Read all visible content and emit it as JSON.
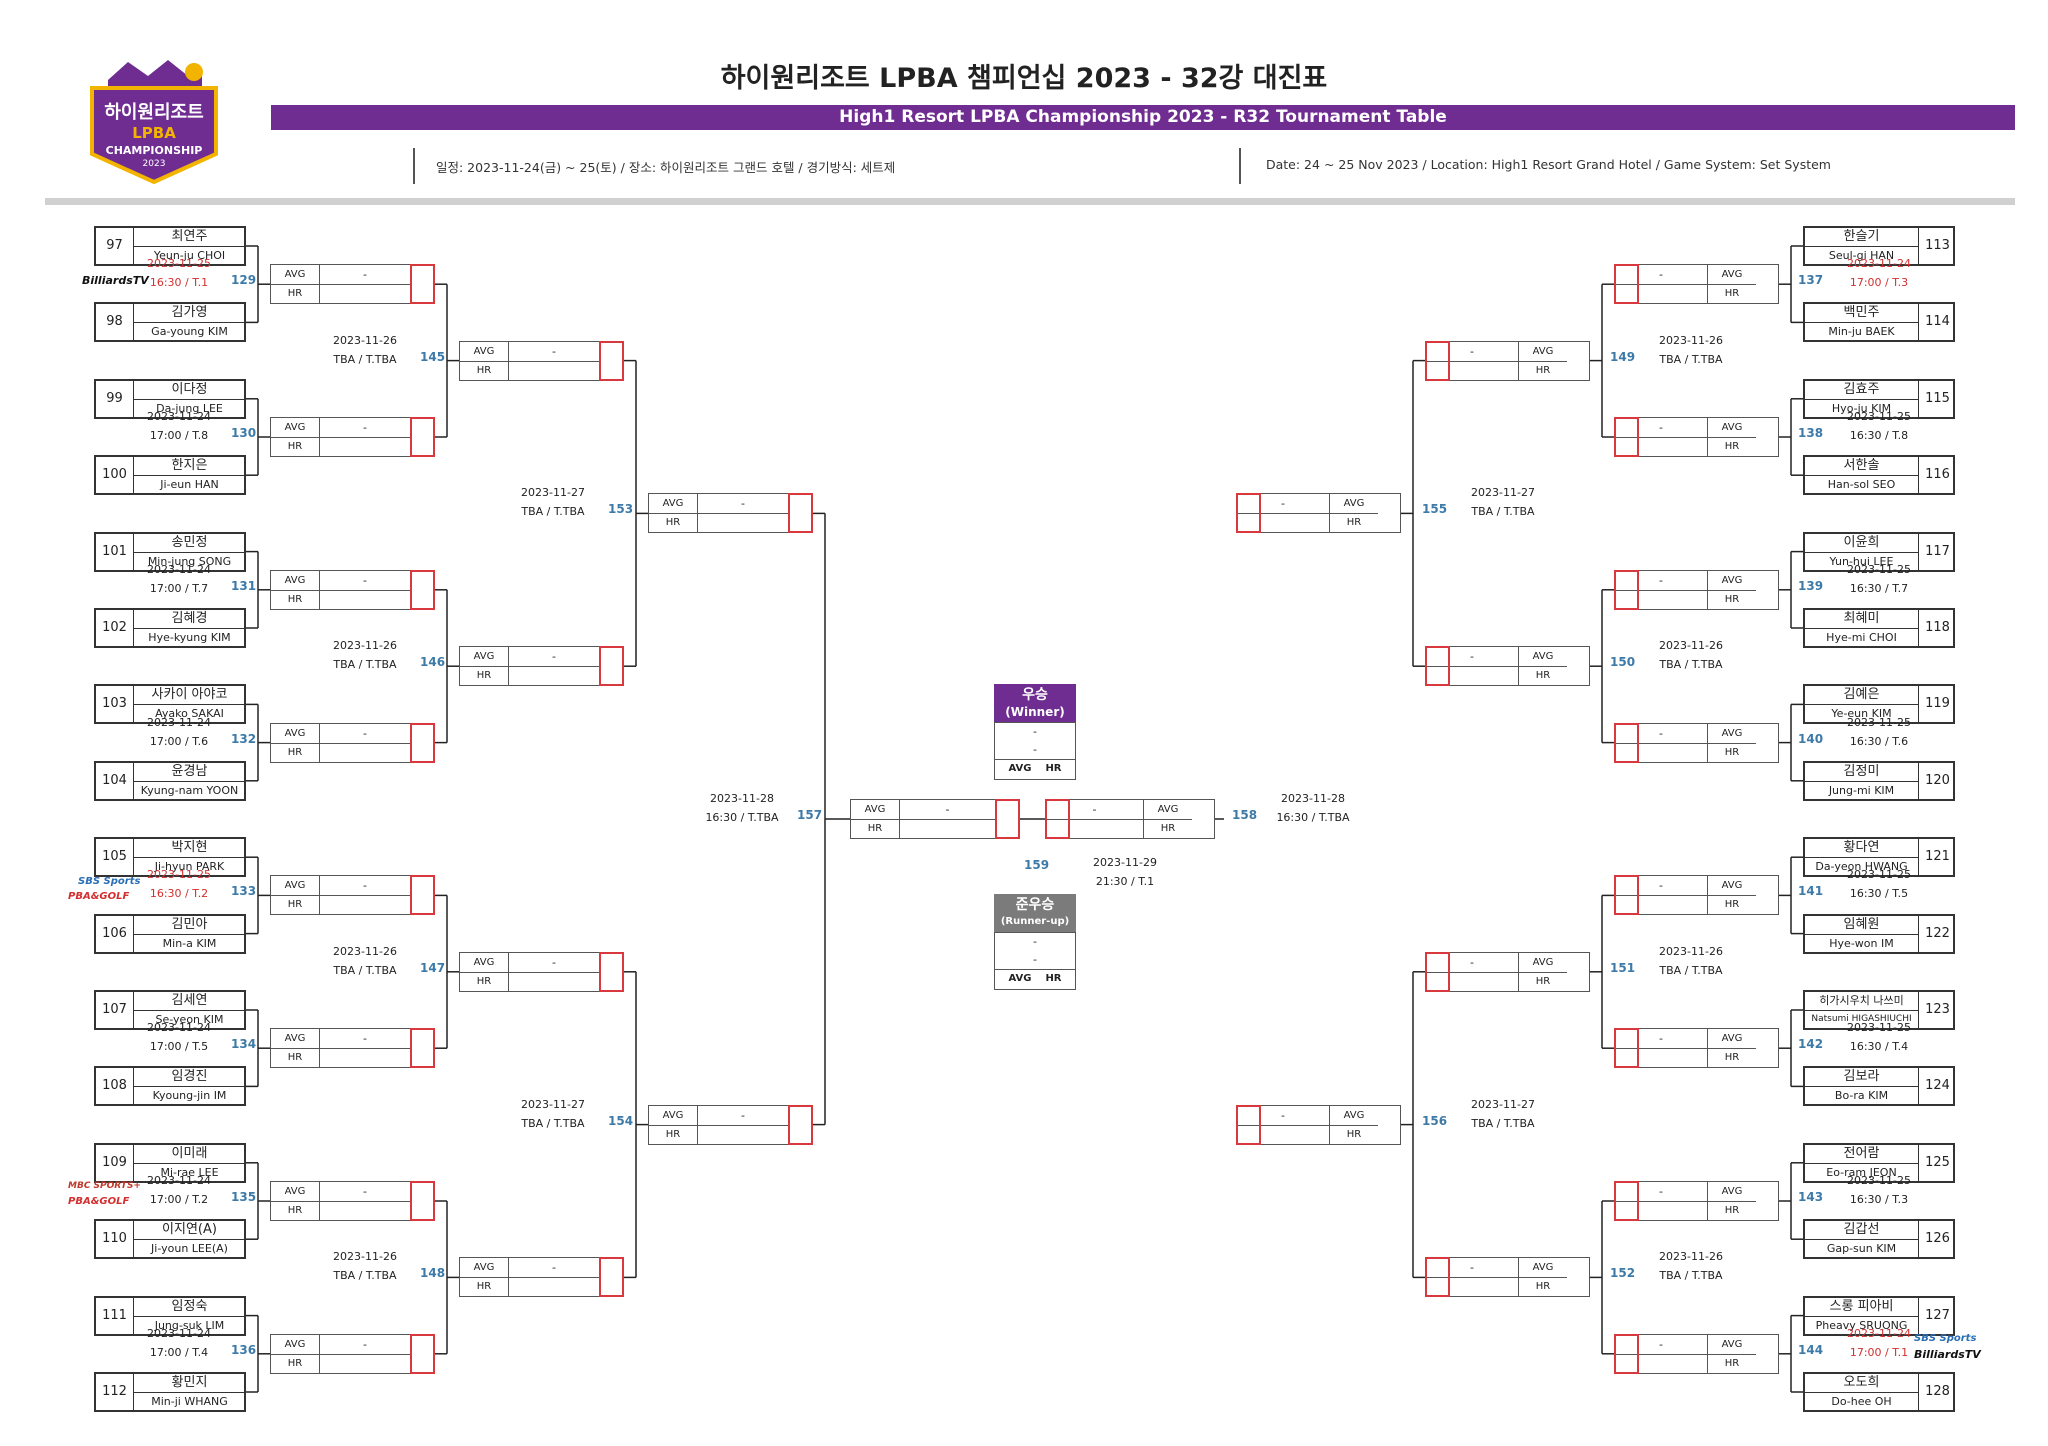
{
  "header": {
    "title_kr": "하이원리조트 LPBA 챔피언십 2023 - 32강 대진표",
    "title_en": "High1 Resort LPBA Championship 2023 - R32 Tournament Table",
    "info_kr": "일정: 2023-11-24(금) ~ 25(토) / 장소: 하이원리조트 그랜드 호텔 / 경기방식: 세트제",
    "info_en": "Date: 24 ~ 25 Nov 2023 / Location: High1 Resort Grand Hotel / Game System: Set System",
    "logo_lines": [
      "하이원리조트",
      "LPBA",
      "CHAMPIONSHIP",
      "2023"
    ]
  },
  "labels": {
    "avg": "AVG",
    "hr": "HR",
    "dash": "-"
  },
  "broadcasters": {
    "billiards_tv": "BilliardsTV",
    "sbs_sports": "SBS Sports",
    "pba_golf": "PBA&GOLF",
    "mbc_sports": "MBC SPORTS+"
  },
  "players": [
    {
      "num": "97",
      "kr": "최연주",
      "en": "Yeun-ju CHOI"
    },
    {
      "num": "98",
      "kr": "김가영",
      "en": "Ga-young KIM"
    },
    {
      "num": "99",
      "kr": "이다정",
      "en": "Da-jung LEE"
    },
    {
      "num": "100",
      "kr": "한지은",
      "en": "Ji-eun HAN"
    },
    {
      "num": "101",
      "kr": "송민정",
      "en": "Min-jung SONG"
    },
    {
      "num": "102",
      "kr": "김혜경",
      "en": "Hye-kyung KIM"
    },
    {
      "num": "103",
      "kr": "사카이 아야코",
      "en": "Ayako SAKAI"
    },
    {
      "num": "104",
      "kr": "윤경남",
      "en": "Kyung-nam YOON"
    },
    {
      "num": "105",
      "kr": "박지현",
      "en": "Ji-hyun PARK"
    },
    {
      "num": "106",
      "kr": "김민아",
      "en": "Min-a KIM"
    },
    {
      "num": "107",
      "kr": "김세연",
      "en": "Se-yeon KIM"
    },
    {
      "num": "108",
      "kr": "임경진",
      "en": "Kyoung-jin IM"
    },
    {
      "num": "109",
      "kr": "이미래",
      "en": "Mi-rae LEE"
    },
    {
      "num": "110",
      "kr": "이지연(A)",
      "en": "Ji-youn LEE(A)"
    },
    {
      "num": "111",
      "kr": "임정숙",
      "en": "Jung-suk LIM"
    },
    {
      "num": "112",
      "kr": "황민지",
      "en": "Min-ji WHANG"
    },
    {
      "num": "113",
      "kr": "한슬기",
      "en": "Seul-gi HAN"
    },
    {
      "num": "114",
      "kr": "백민주",
      "en": "Min-ju BAEK"
    },
    {
      "num": "115",
      "kr": "김효주",
      "en": "Hyo-ju KIM"
    },
    {
      "num": "116",
      "kr": "서한솔",
      "en": "Han-sol SEO"
    },
    {
      "num": "117",
      "kr": "이윤희",
      "en": "Yun-hui LEE"
    },
    {
      "num": "118",
      "kr": "최혜미",
      "en": "Hye-mi CHOI"
    },
    {
      "num": "119",
      "kr": "김예은",
      "en": "Ye-eun KIM"
    },
    {
      "num": "120",
      "kr": "김정미",
      "en": "Jung-mi KIM"
    },
    {
      "num": "121",
      "kr": "황다연",
      "en": "Da-yeon HWANG"
    },
    {
      "num": "122",
      "kr": "임혜원",
      "en": "Hye-won IM"
    },
    {
      "num": "123",
      "kr": "히가시우치 나쓰미",
      "en": "Natsumi HIGASHIUCHI"
    },
    {
      "num": "124",
      "kr": "김보라",
      "en": "Bo-ra KIM"
    },
    {
      "num": "125",
      "kr": "전어람",
      "en": "Eo-ram JEON"
    },
    {
      "num": "126",
      "kr": "김갑선",
      "en": "Gap-sun KIM"
    },
    {
      "num": "127",
      "kr": "스롱 피아비",
      "en": "Pheavy SRUONG"
    },
    {
      "num": "128",
      "kr": "오도희",
      "en": "Do-hee OH"
    }
  ],
  "r32": [
    {
      "num": "129",
      "date": "2023-11-25",
      "time": "16:30 / T.1",
      "red": true
    },
    {
      "num": "130",
      "date": "2023-11-24",
      "time": "17:00 / T.8",
      "red": false
    },
    {
      "num": "131",
      "date": "2023-11-24",
      "time": "17:00 / T.7",
      "red": false
    },
    {
      "num": "132",
      "date": "2023-11-24",
      "time": "17:00 / T.6",
      "red": false
    },
    {
      "num": "133",
      "date": "2023-11-25",
      "time": "16:30 / T.2",
      "red": true
    },
    {
      "num": "134",
      "date": "2023-11-24",
      "time": "17:00 / T.5",
      "red": false
    },
    {
      "num": "135",
      "date": "2023-11-24",
      "time": "17:00 / T.2",
      "red": false
    },
    {
      "num": "136",
      "date": "2023-11-24",
      "time": "17:00 / T.4",
      "red": false
    },
    {
      "num": "137",
      "date": "2023-11-24",
      "time": "17:00 / T.3",
      "red": true
    },
    {
      "num": "138",
      "date": "2023-11-25",
      "time": "16:30 / T.8",
      "red": false
    },
    {
      "num": "139",
      "date": "2023-11-25",
      "time": "16:30 / T.7",
      "red": false
    },
    {
      "num": "140",
      "date": "2023-11-25",
      "time": "16:30 / T.6",
      "red": false
    },
    {
      "num": "141",
      "date": "2023-11-25",
      "time": "16:30 / T.5",
      "red": false
    },
    {
      "num": "142",
      "date": "2023-11-25",
      "time": "16:30 / T.4",
      "red": false
    },
    {
      "num": "143",
      "date": "2023-11-25",
      "time": "16:30 / T.3",
      "red": false
    },
    {
      "num": "144",
      "date": "2023-11-24",
      "time": "17:00 / T.1",
      "red": true
    }
  ],
  "r16": [
    {
      "num": "145",
      "date": "2023-11-26",
      "time": "TBA / T.TBA"
    },
    {
      "num": "146",
      "date": "2023-11-26",
      "time": "TBA / T.TBA"
    },
    {
      "num": "147",
      "date": "2023-11-26",
      "time": "TBA / T.TBA"
    },
    {
      "num": "148",
      "date": "2023-11-26",
      "time": "TBA / T.TBA"
    },
    {
      "num": "149",
      "date": "2023-11-26",
      "time": "TBA / T.TBA"
    },
    {
      "num": "150",
      "date": "2023-11-26",
      "time": "TBA / T.TBA"
    },
    {
      "num": "151",
      "date": "2023-11-26",
      "time": "TBA / T.TBA"
    },
    {
      "num": "152",
      "date": "2023-11-26",
      "time": "TBA / T.TBA"
    }
  ],
  "qf": [
    {
      "num": "153",
      "date": "2023-11-27",
      "time": "TBA / T.TBA"
    },
    {
      "num": "154",
      "date": "2023-11-27",
      "time": "TBA / T.TBA"
    },
    {
      "num": "155",
      "date": "2023-11-27",
      "time": "TBA / T.TBA"
    },
    {
      "num": "156",
      "date": "2023-11-27",
      "time": "TBA / T.TBA"
    }
  ],
  "sf": [
    {
      "num": "157",
      "date": "2023-11-28",
      "time": "16:30 / T.TBA"
    },
    {
      "num": "158",
      "date": "2023-11-28",
      "time": "16:30 / T.TBA"
    }
  ],
  "final": {
    "num": "159",
    "date": "2023-11-29",
    "time": "21:30 / T.1"
  },
  "winner": {
    "title": "우승",
    "subtitle": "(Winner)",
    "name": "-",
    "name_en": "-"
  },
  "runner_up": {
    "title": "준우승",
    "subtitle": "(Runner-up)",
    "name": "-",
    "name_en": "-"
  }
}
